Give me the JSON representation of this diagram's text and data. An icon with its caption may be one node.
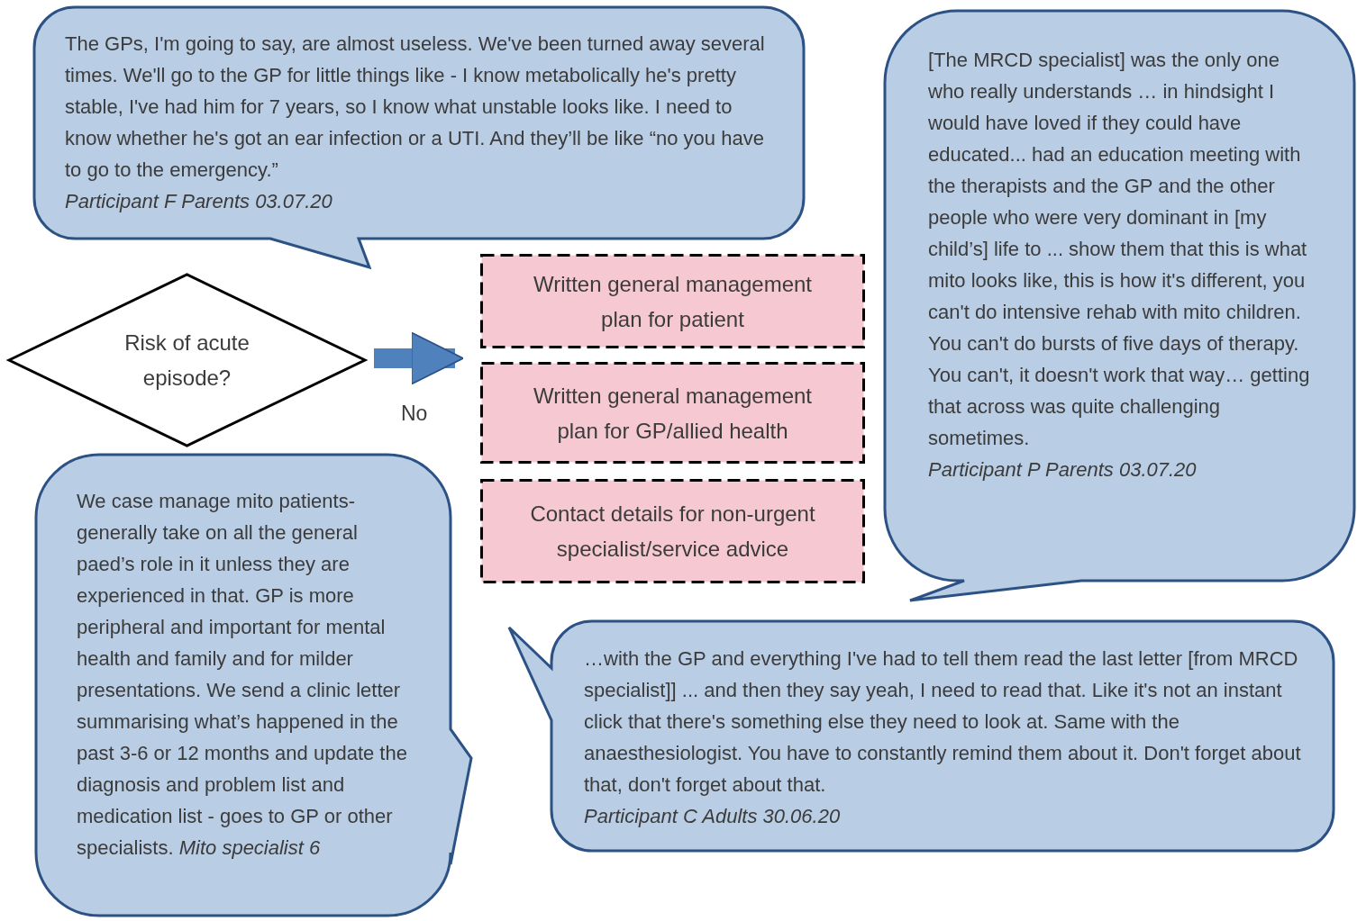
{
  "diagram": {
    "nodes": [
      {
        "text": [
          "The GPs, I'm going to say, are almost useless. We've been turned away several times. We'll go to the GP for little things like - I know metabolically he's pretty stable, I've had him for 7 years, so I know what unstable looks like. I need to know whether he's got an ear infection or a UTI. And they’ll be like “no you have to go to the emergency.”",
          "Participant F Parents 03.07.20"
        ]
      },
      {
        "text": [
          "[The MRCD specialist] was the only one who really understands … in hindsight I would have loved if they could have educated... had an education meeting with the therapists and the GP and the other people who were very dominant in [my child’s] life to ... show them that this is what mito looks like, this is how it's different, you can't do intensive rehab with mito children. You can't do bursts of five days of therapy. You can't, it doesn't work that way… getting that across was quite challenging sometimes.",
          "Participant P Parents 03.07.20"
        ]
      },
      {
        "text": [
          "Risk of acute episode?"
        ]
      },
      {
        "text": [
          "Written general management plan for patient"
        ]
      },
      {
        "text": [
          "Written general management plan for GP/allied health"
        ]
      },
      {
        "text": [
          "Contact details for non-urgent specialist/service advice"
        ]
      },
      {
        "text": [
          "We case manage mito patients- generally take on all the general paed’s role in it unless they are experienced in that. GP is more peripheral and important for mental health and family and for milder presentations. We send a clinic letter summarising what’s happened in the past 3-6 or 12 months and update the diagnosis and problem list and medication list - goes to GP or other specialists. *Mito specialist 6*"
        ]
      },
      {
        "text": [
          "…with the GP and everything I've had to tell them read the last letter [from MRCD specialist]] ... and then they say yeah, I need to read that. Like it's not an instant click that there's something else they need to look at. Same with the anaesthesiologist. You have to constantly remind them about it. Don't forget about that, don't forget about that.",
          "Participant C Adults 30.06.20"
        ]
      }
    ],
    "edges": [
      {
        "from": 2,
        "to": 3,
        "arrow": "to",
        "label": "No",
        "color": "#4f81bd"
      }
    ]
  }
}
